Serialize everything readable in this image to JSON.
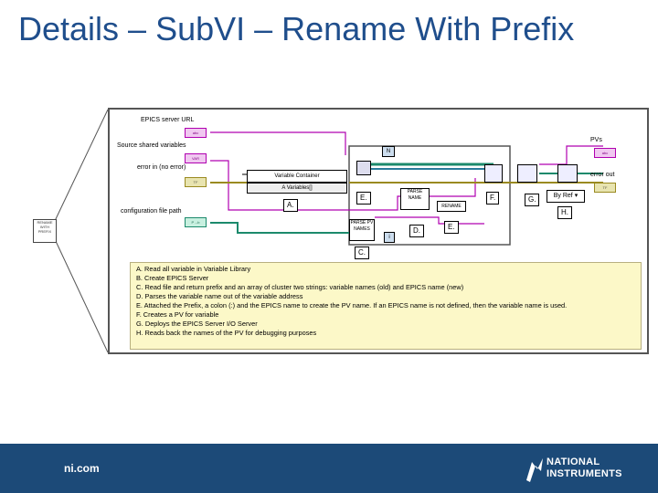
{
  "slide": {
    "title": "Details – SubVI – Rename With Prefix"
  },
  "subvi_icon": {
    "text": "RENAME WITH PREFIX"
  },
  "diagram": {
    "inputs": {
      "epics_server_url": "EPICS server URL",
      "source_shared_variables": "Source shared variables",
      "error_in": "error in (no error)",
      "config_file_path": "configuration file path",
      "pvs": "PVs",
      "error_out": "error out"
    },
    "terminals": {
      "abc": "abc",
      "var": "VAR",
      "tf": "TF",
      "path": "P→b"
    },
    "nodes": {
      "variable_container": "Variable Container",
      "variables_array": "A Variables[]",
      "parse_name": "PARSE NAME",
      "rename": "RENAME",
      "parse_pv_names": "PARSE PV NAMES",
      "n": "N",
      "i": "i",
      "by_ref": "By Ref"
    },
    "step_labels": [
      "A.",
      "E.",
      "C.",
      "D.",
      "E.",
      "F.",
      "G.",
      "H."
    ],
    "notes": [
      "A. Read all variable in Variable Library",
      "B. Create EPICS Server",
      "C. Read file and return prefix and an array of cluster two strings: variable names (old) and EPICS name (new)",
      "D. Parses the variable name out of the variable address",
      "E. Attached the Prefix, a colon (:) and the EPICS name to create the PV name. If an EPICS name is not defined, then the variable name is used.",
      "F. Creates a PV for variable",
      "G. Deploys the EPICS Server I/O Server",
      "H. Reads back the names of the PV for debugging purposes"
    ]
  },
  "footer": {
    "site": "ni.com",
    "logo_line1": "NATIONAL",
    "logo_line2": "INSTRUMENTS"
  },
  "colors": {
    "title": "#1f4e8c",
    "footer": "#1c4a78",
    "wire_string": "#b000b0",
    "wire_error": "#9a8a20",
    "wire_ref": "#1c8a6c",
    "notes_bg": "#fcf8c8"
  }
}
